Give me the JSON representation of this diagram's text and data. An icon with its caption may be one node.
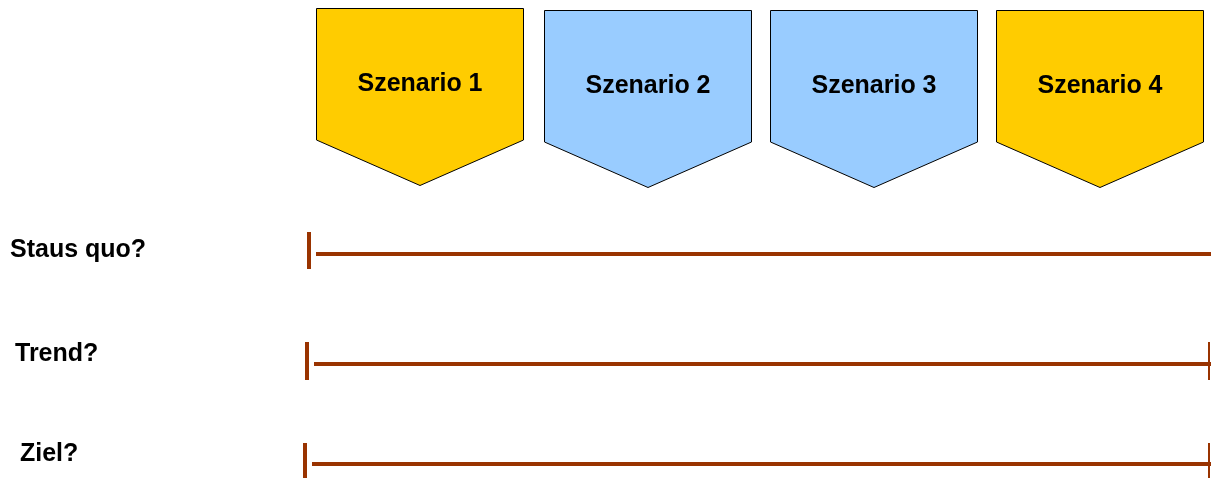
{
  "diagram": {
    "nodes": [
      {
        "text": [
          "Szenario 1"
        ]
      },
      {
        "text": [
          "Szenario 2"
        ]
      },
      {
        "text": [
          "Szenario 3"
        ]
      },
      {
        "text": [
          "Szenario 4"
        ]
      }
    ],
    "labels": [
      "Staus quo?",
      "Trend?",
      "Ziel?"
    ]
  }
}
